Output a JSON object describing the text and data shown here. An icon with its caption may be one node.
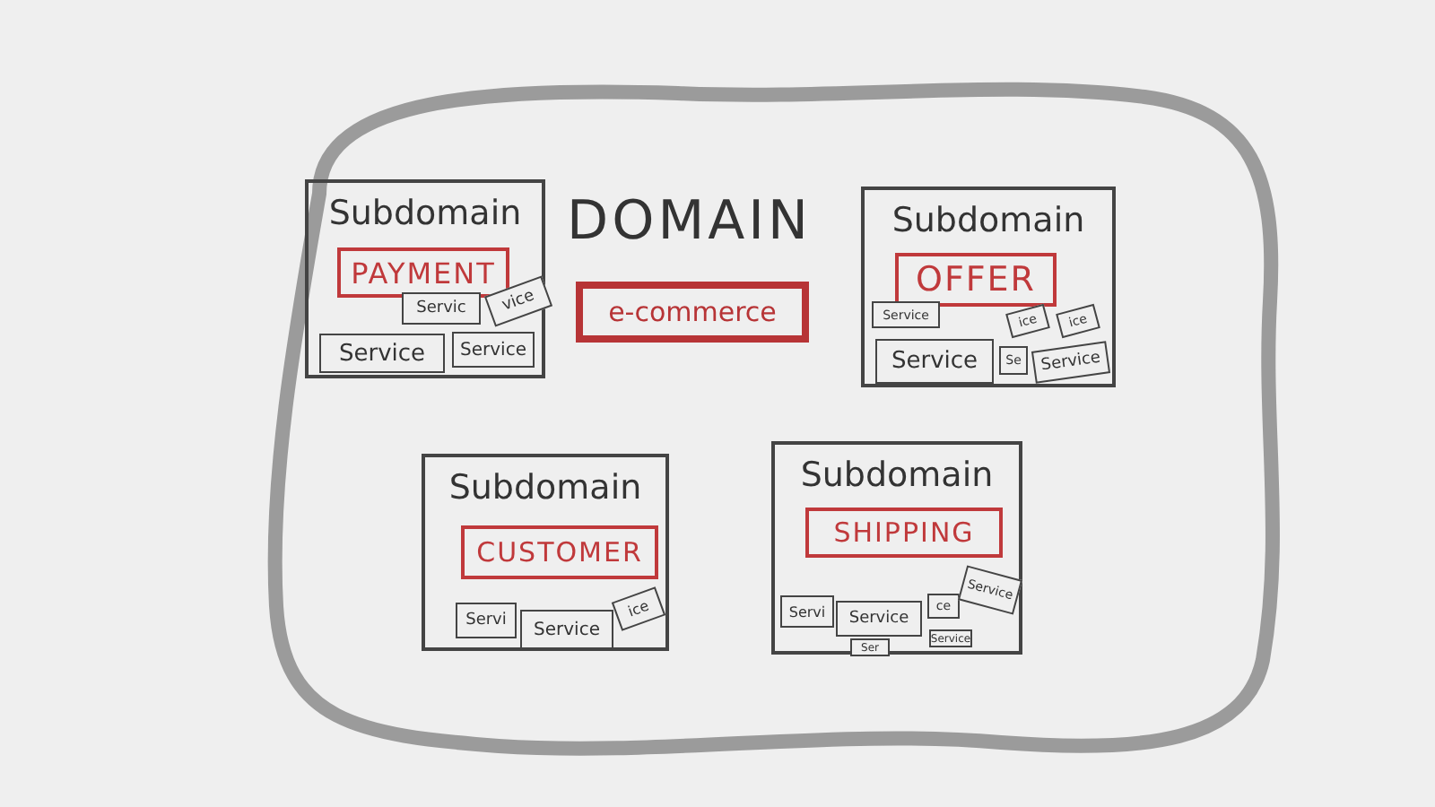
{
  "diagram": {
    "nodes": [
      {
        "text": [],
        "shape": "box"
      },
      {
        "text": [
          "Subdomain"
        ],
        "in": 0
      },
      {
        "text": [
          "PAYMENT"
        ],
        "in": 1
      },
      {
        "text": [
          "Servic"
        ],
        "in": 1
      },
      {
        "text": [
          "vice"
        ],
        "in": 1
      },
      {
        "text": [
          "Service"
        ],
        "in": 1
      },
      {
        "text": [
          "Service"
        ],
        "in": 1
      },
      {
        "text": [
          "e-commerce"
        ],
        "in": 0
      },
      {
        "text": [
          "Subdomain"
        ],
        "in": 0
      },
      {
        "text": [
          "OFFER"
        ],
        "in": 8
      },
      {
        "text": [
          "Service"
        ],
        "in": 8
      },
      {
        "text": [
          "Service"
        ],
        "in": 8
      },
      {
        "text": [
          "Se"
        ],
        "in": 8
      },
      {
        "text": [
          "ice"
        ],
        "in": 8
      },
      {
        "text": [
          "ice"
        ],
        "in": 8
      },
      {
        "text": [
          "Service"
        ],
        "in": 8
      },
      {
        "text": [
          "Subdomain"
        ],
        "in": 0
      },
      {
        "text": [
          "CUSTOMER"
        ],
        "in": 16
      },
      {
        "text": [
          "Servi"
        ],
        "in": 16
      },
      {
        "text": [
          "Service"
        ],
        "in": 16
      },
      {
        "text": [
          "ice"
        ],
        "in": 16
      },
      {
        "text": [
          "Subdomain"
        ],
        "in": 0
      },
      {
        "text": [
          "SHIPPING"
        ],
        "in": 21
      },
      {
        "text": [
          "Servi"
        ],
        "in": 21
      },
      {
        "text": [
          "Service"
        ],
        "in": 21
      },
      {
        "text": [
          "ce"
        ],
        "in": 21
      },
      {
        "text": [
          "Service"
        ],
        "in": 21
      },
      {
        "text": [
          "Ser"
        ],
        "in": 21
      },
      {
        "text": [
          "Service"
        ],
        "in": 21
      }
    ],
    "labels": [
      "DOMAIN"
    ]
  }
}
